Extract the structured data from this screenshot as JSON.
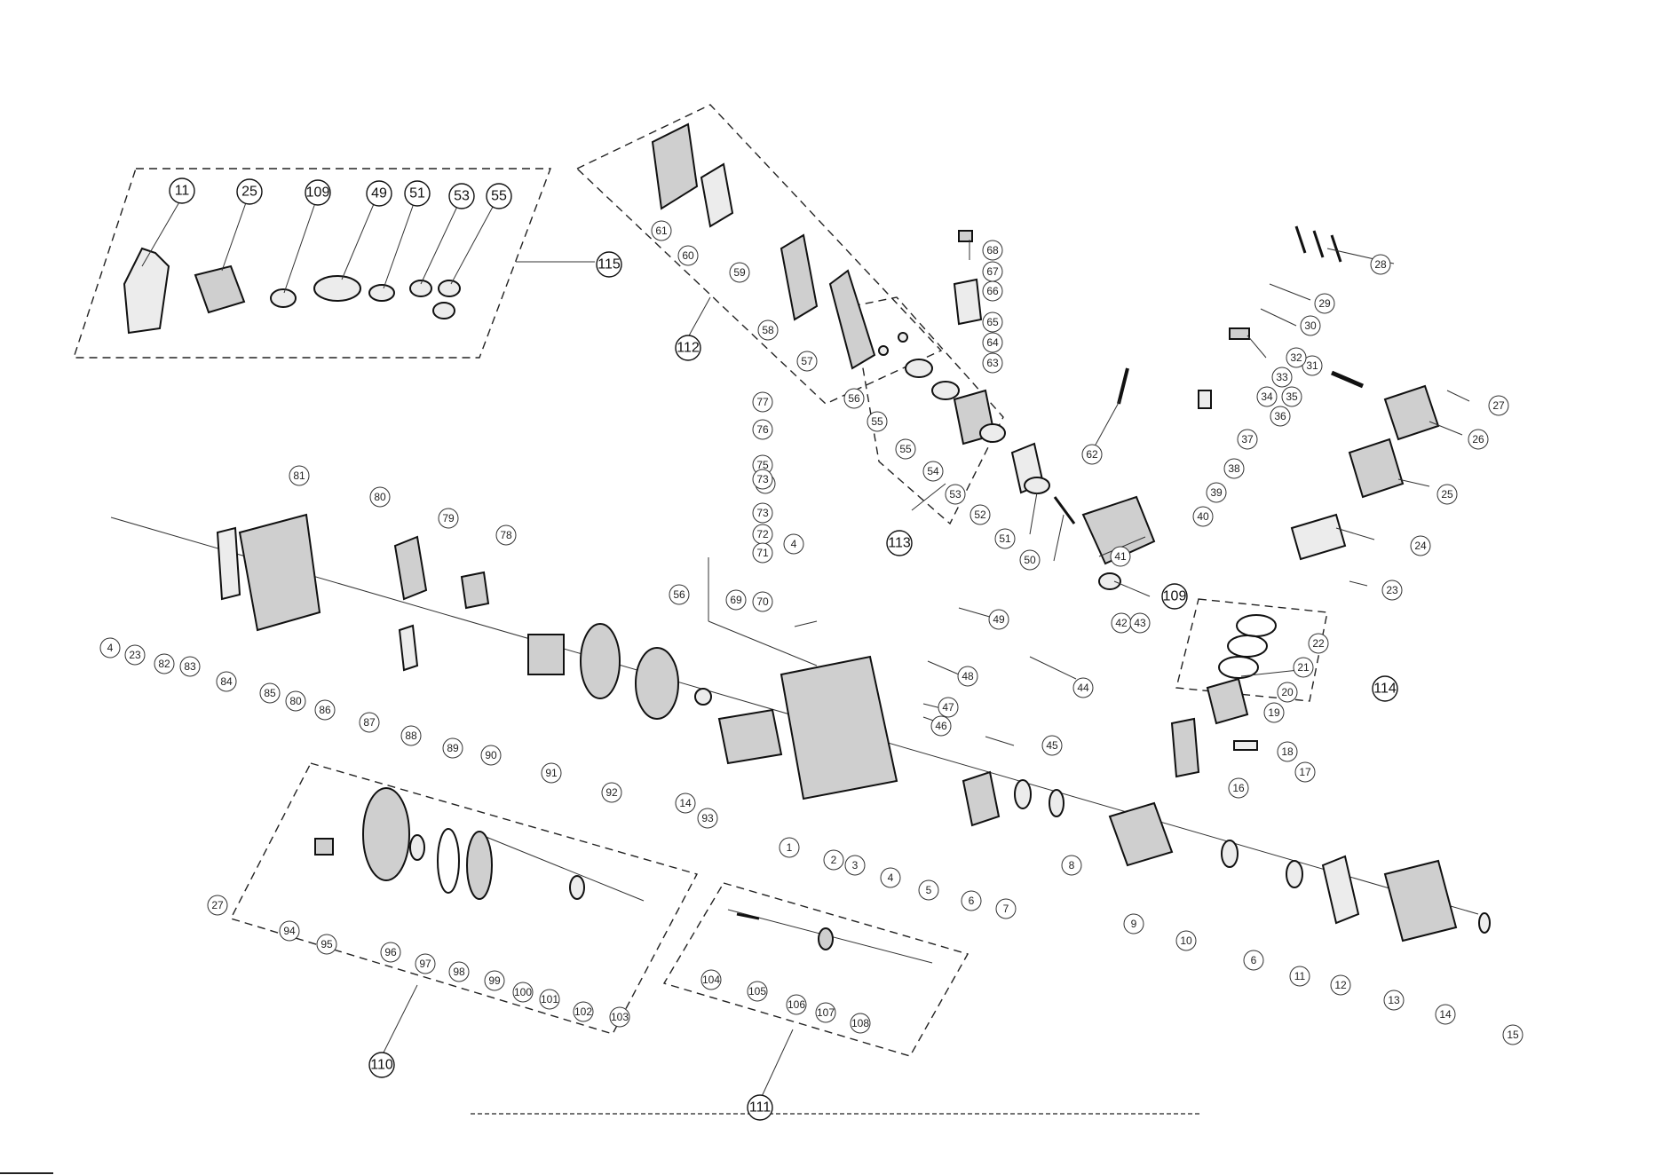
{
  "labels": {
    "c1": "1",
    "c2": "2",
    "c3": "3",
    "c4a": "4",
    "c4b": "4",
    "c4c": "4",
    "c5": "5",
    "c6a": "6",
    "c6b": "6",
    "c7": "7",
    "c8": "8",
    "c9": "9",
    "c10": "10",
    "c11a": "11",
    "c11b": "11",
    "c12": "12",
    "c13": "13",
    "c14a": "14",
    "c14b": "14",
    "c15": "15",
    "c16": "16",
    "c17": "17",
    "c18": "18",
    "c19": "19",
    "c20": "20",
    "c21": "21",
    "c22": "22",
    "c23a": "23",
    "c23b": "23",
    "c24": "24",
    "c25a": "25",
    "c25b": "25",
    "c26": "26",
    "c27a": "27",
    "c27b": "27",
    "c28": "28",
    "c29": "29",
    "c30": "30",
    "c31": "31",
    "c32": "32",
    "c33": "33",
    "c34": "34",
    "c35": "35",
    "c36": "36",
    "c37": "37",
    "c38": "38",
    "c39": "39",
    "c40": "40",
    "c41": "41",
    "c42": "42",
    "c43": "43",
    "c44": "44",
    "c45": "45",
    "c46": "46",
    "c47": "47",
    "c48": "48",
    "c49a": "49",
    "c49b": "49",
    "c50": "50",
    "c51a": "51",
    "c51b": "51",
    "c52": "52",
    "c53a": "53",
    "c53b": "53",
    "c54": "54",
    "c55a": "55",
    "c55b": "55",
    "c55c": "55",
    "c56a": "56",
    "c56b": "56",
    "c57": "57",
    "c58": "58",
    "c59": "59",
    "c60": "60",
    "c61": "61",
    "c62": "62",
    "c63": "63",
    "c64": "64",
    "c65": "65",
    "c66": "66",
    "c67": "67",
    "c68": "68",
    "c69": "69",
    "c70": "70",
    "c71": "71",
    "c72": "72",
    "c73a": "73",
    "c73b": "73",
    "c74": "74",
    "c75": "75",
    "c76": "76",
    "c77": "77",
    "c78": "78",
    "c79": "79",
    "c80a": "80",
    "c80b": "80",
    "c81": "81",
    "c82": "82",
    "c83": "83",
    "c84": "84",
    "c85": "85",
    "c86": "86",
    "c87": "87",
    "c88": "88",
    "c89": "89",
    "c90": "90",
    "c91": "91",
    "c92": "92",
    "c93": "93",
    "c94": "94",
    "c95": "95",
    "c96": "96",
    "c97": "97",
    "c98": "98",
    "c99": "99",
    "c100": "100",
    "c101": "101",
    "c102": "102",
    "c103": "103",
    "c104": "104",
    "c105": "105",
    "c106": "106",
    "c107": "107",
    "c108": "108",
    "c109a": "109",
    "c109b": "109",
    "c110": "110",
    "c111": "111",
    "c112": "112",
    "c113": "113",
    "c114": "114",
    "c115": "115"
  }
}
